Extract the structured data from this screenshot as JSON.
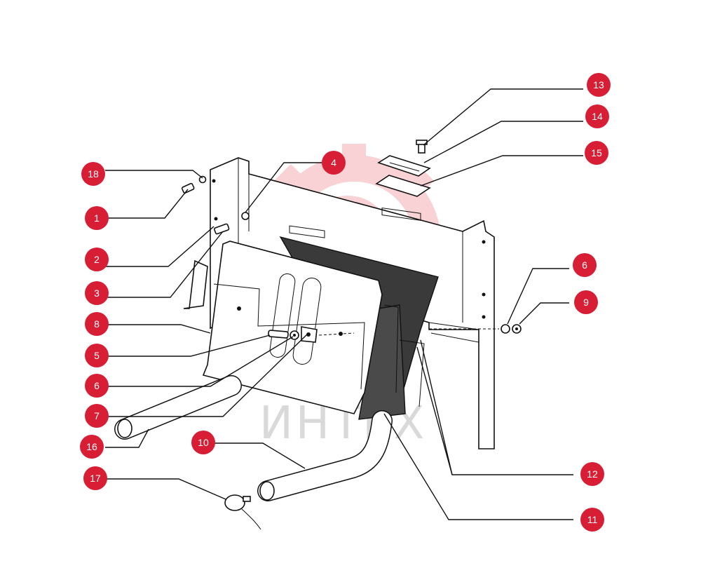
{
  "watermark": {
    "text": "ИНТЕХ",
    "color": "#f5b5b8"
  },
  "callout_color": "#d81e35",
  "callouts": [
    {
      "label": "18"
    },
    {
      "label": "1"
    },
    {
      "label": "2"
    },
    {
      "label": "3"
    },
    {
      "label": "8"
    },
    {
      "label": "5"
    },
    {
      "label": "6"
    },
    {
      "label": "7"
    },
    {
      "label": "16"
    },
    {
      "label": "17"
    },
    {
      "label": "10"
    },
    {
      "label": "4"
    },
    {
      "label": "13"
    },
    {
      "label": "14"
    },
    {
      "label": "15"
    },
    {
      "label": "6"
    },
    {
      "label": "9"
    },
    {
      "label": "12"
    },
    {
      "label": "11"
    }
  ]
}
